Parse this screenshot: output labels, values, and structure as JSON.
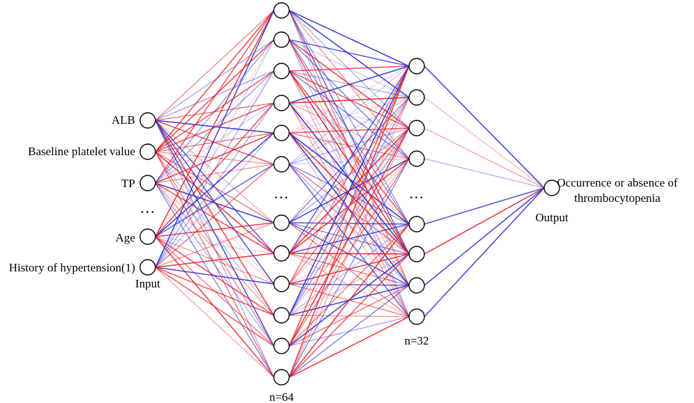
{
  "input_layer": {
    "caption": "Input",
    "features": [
      {
        "label": "ALB"
      },
      {
        "label": "Baseline platelet value"
      },
      {
        "label": "TP"
      },
      {
        "label": "Age"
      },
      {
        "label": "History of hypertension(1)"
      }
    ],
    "ellipsis": "…"
  },
  "hidden_layer_1": {
    "caption": "n=64",
    "visible_nodes": 12,
    "ellipsis": "…"
  },
  "hidden_layer_2": {
    "caption": "n=32",
    "visible_nodes": 8,
    "ellipsis": "…"
  },
  "output_layer": {
    "caption": "Output",
    "label_line1": "Occurrence or absence of",
    "label_line2": "thrombocytopenia"
  },
  "colors": {
    "positive_weight": "#e8232a",
    "negative_weight": "#2a2fd6",
    "node_stroke": "#000000",
    "node_fill": "#ffffff"
  }
}
